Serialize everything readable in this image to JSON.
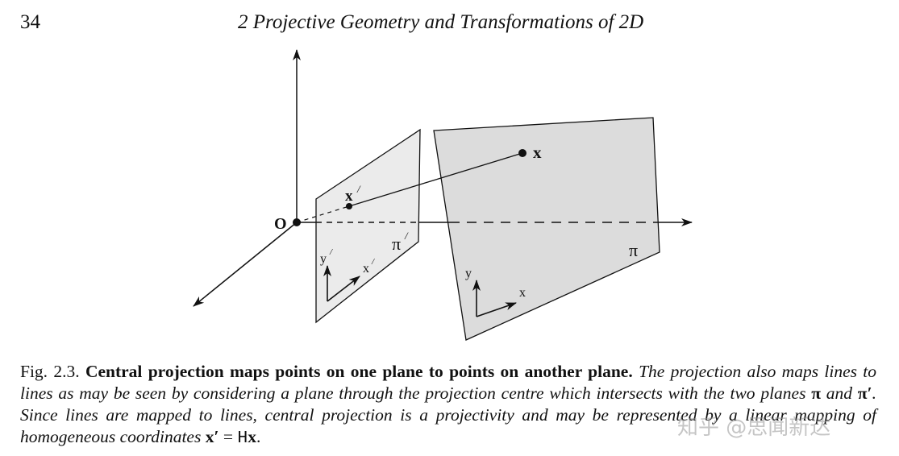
{
  "header": {
    "page_number": "34",
    "running_head": "2 Projective Geometry and Transformations of 2D"
  },
  "figure": {
    "labels": {
      "origin": "O",
      "point_x": "x",
      "point_x_prime": "x",
      "prime": "/",
      "plane_pi": "π",
      "plane_pi_prime": "π",
      "axis_x": "x",
      "axis_y": "y",
      "axis_x_prime": "x",
      "axis_y_prime": "y"
    },
    "colors": {
      "plane_pi_fill": "#dcdcdc",
      "plane_pi_prime_fill": "#ebebeb",
      "line": "#111111"
    }
  },
  "caption": {
    "label": "Fig. 2.3.",
    "bold_text": "Central projection maps points on one plane to points on another plane.",
    "italic_1": "The projection also maps lines to lines as may be seen by considering a plane through the projection centre which intersects with the two planes",
    "sym_pi": "π",
    "and": "and",
    "sym_pi_prime": "π′",
    "italic_2": ". Since lines are mapped to lines, central projection is a projectivity and may be represented by a linear mapping of homogeneous coordinates",
    "eq_lhs": "x′",
    "eq_op": " = ",
    "eq_H": "H",
    "eq_rhs": "x",
    "period": "."
  },
  "watermark": "知乎 @思闻新达"
}
